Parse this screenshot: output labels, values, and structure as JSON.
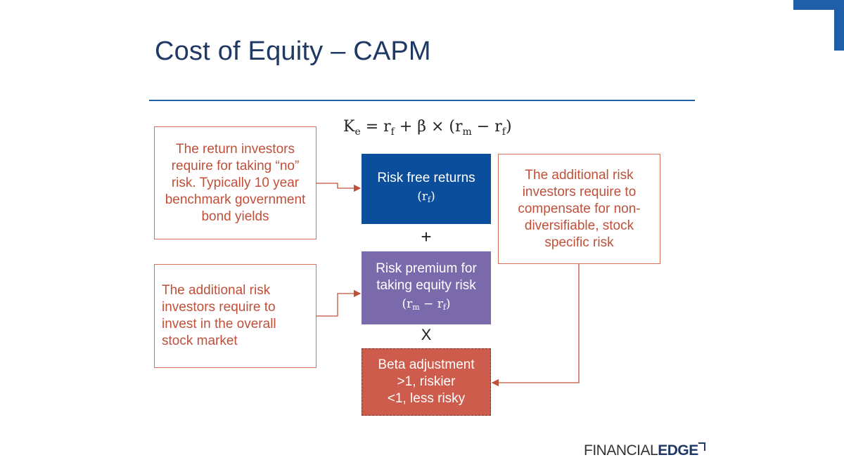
{
  "slide": {
    "title": "Cost of Equity – CAPM",
    "accent_color": "#1f5fa8",
    "title_color": "#1f3864"
  },
  "formula": {
    "ke": "K",
    "ke_sub": "e",
    "eq_rf": " = r",
    "rf_sub": "f",
    "beta_part": " + β × (r",
    "rm_sub": "m",
    "minus": " − r",
    "rf2_sub": "f",
    "close": ")"
  },
  "notes": {
    "risk_free_note": "The return investors require for taking “no” risk. Typically 10 year benchmark government bond yields",
    "market_note": "The additional risk investors require to invest in the overall stock market",
    "beta_note": "The additional risk investors require to compensate for non-diversifiable, stock specific risk",
    "border_color": "#d4705a",
    "text_color": "#c0503a"
  },
  "blocks": {
    "risk_free": {
      "label": "Risk free returns",
      "sym_open": "(r",
      "sym_sub": "f",
      "sym_close": ")",
      "color": "#0b4f9c"
    },
    "premium": {
      "label": "Risk premium for taking equity risk",
      "sym_open": "(r",
      "sym_sub1": "m",
      "sym_mid": " − r",
      "sym_sub2": "f",
      "sym_close": ")",
      "color": "#7b6aab"
    },
    "beta": {
      "line1": "Beta adjustment",
      "line2": ">1, riskier",
      "line3": "<1, less risky",
      "color": "#cd5c4c"
    }
  },
  "operators": {
    "plus": "+",
    "times": "X"
  },
  "logo": {
    "part1": "FINANCIAL",
    "part2": "EDGE"
  }
}
